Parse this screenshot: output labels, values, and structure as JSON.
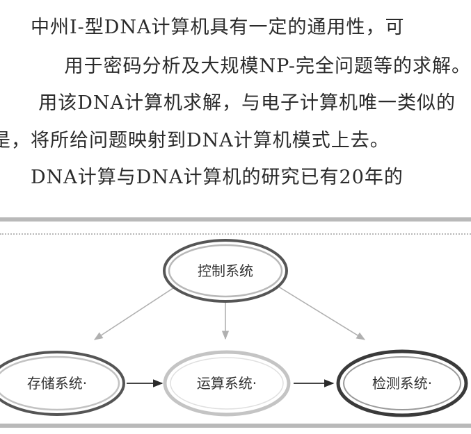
{
  "paragraph": {
    "line1": "中州I-型DNA计算机具有一定的通用性，可",
    "line2": "用于密码分析及大规模NP-完全问题等的求解。",
    "line3": "用该DNA计算机求解，与电子计算机唯一类似的",
    "line4": "是，将所给问题映射到DNA计算机模式上去。",
    "line5": "DNA计算与DNA计算机的研究已有20年的"
  },
  "diagram": {
    "nodes": {
      "control": "控制系统",
      "storage": "存储系统·",
      "compute": "运算系统·",
      "detect": "检测系统·"
    }
  }
}
